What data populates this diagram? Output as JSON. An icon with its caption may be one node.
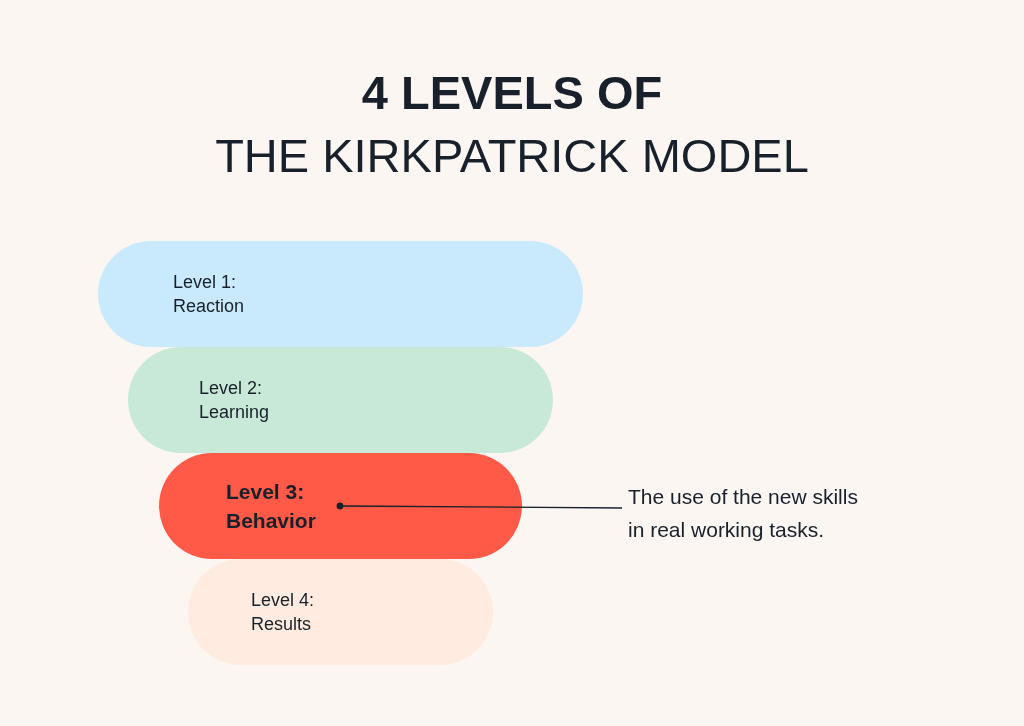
{
  "diagram": {
    "title": "**4 LEVELS OF** THE KIRKPATRICK MODEL",
    "nodes": [
      {
        "text": [
          "Level 1: Reaction"
        ]
      },
      {
        "text": [
          "Level 2: Learning"
        ]
      },
      {
        "text": [
          "Level 3: Behavior"
        ]
      },
      {
        "text": [
          "The use of the new skills in real working tasks."
        ]
      },
      {
        "text": [
          "Level 4: Results"
        ]
      }
    ],
    "edges": [
      {
        "from": 3,
        "to": 2,
        "arrow": "other"
      }
    ]
  }
}
